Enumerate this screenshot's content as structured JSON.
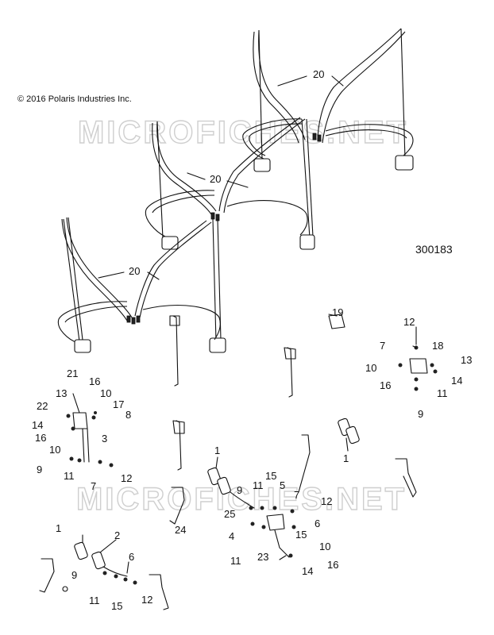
{
  "copyright": "© 2016 Polaris Industries Inc.",
  "diagram_code": "300183",
  "watermark": "MICROFICHES.NET",
  "callouts": [
    "20",
    "20",
    "20",
    "19",
    "12",
    "7",
    "18",
    "10",
    "13",
    "16",
    "14",
    "11",
    "9",
    "21",
    "16",
    "13",
    "10",
    "22",
    "17",
    "8",
    "14",
    "16",
    "3",
    "10",
    "9",
    "11",
    "7",
    "12",
    "1",
    "1",
    "9",
    "11",
    "15",
    "5",
    "7",
    "12",
    "25",
    "6",
    "4",
    "15",
    "10",
    "11",
    "23",
    "16",
    "14",
    "24",
    "1",
    "2",
    "6",
    "9",
    "11",
    "15",
    "12"
  ]
}
